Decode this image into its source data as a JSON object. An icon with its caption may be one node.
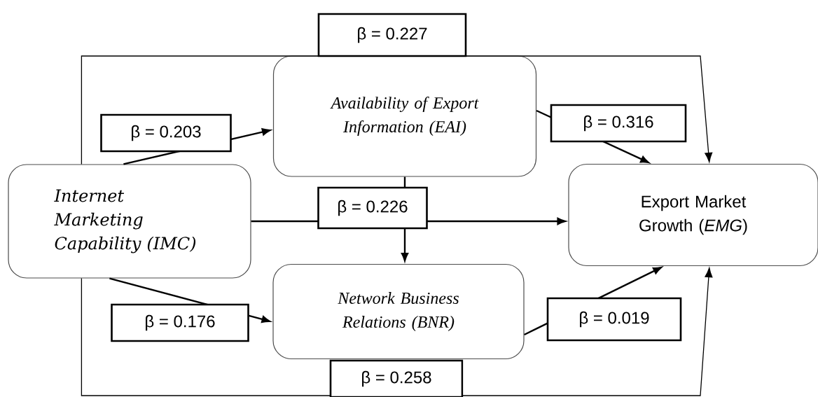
{
  "diagram": {
    "nodes": [
      {
        "text": [
          "Internet Marketing Capability (*IMC*)"
        ]
      },
      {
        "text": [
          "Availability of Export Information (*EAI*)"
        ]
      },
      {
        "text": [
          "Network Business Relations (*BNR*)"
        ]
      },
      {
        "text": [
          "Export Market Growth (*EMG*)"
        ]
      }
    ],
    "edges": [
      {
        "from": 0,
        "to": 1,
        "arrow": "to",
        "label": "β = 0.203"
      },
      {
        "from": 0,
        "to": 3,
        "arrow": "to",
        "label": "β = 0.227"
      },
      {
        "from": 0,
        "to": 3,
        "arrow": "to",
        "label": "β = 0.226"
      },
      {
        "from": 1,
        "to": 2,
        "arrow": "to"
      },
      {
        "from": 1,
        "to": 3,
        "arrow": "to",
        "label": "β = 0.316"
      },
      {
        "from": 0,
        "to": 2,
        "arrow": "to",
        "label": "β = 0.176"
      },
      {
        "from": 2,
        "to": 3,
        "arrow": "to",
        "label": "β = 0.019"
      },
      {
        "from": 0,
        "to": 3,
        "arrow": "to",
        "label": "β = 0.258"
      }
    ]
  }
}
